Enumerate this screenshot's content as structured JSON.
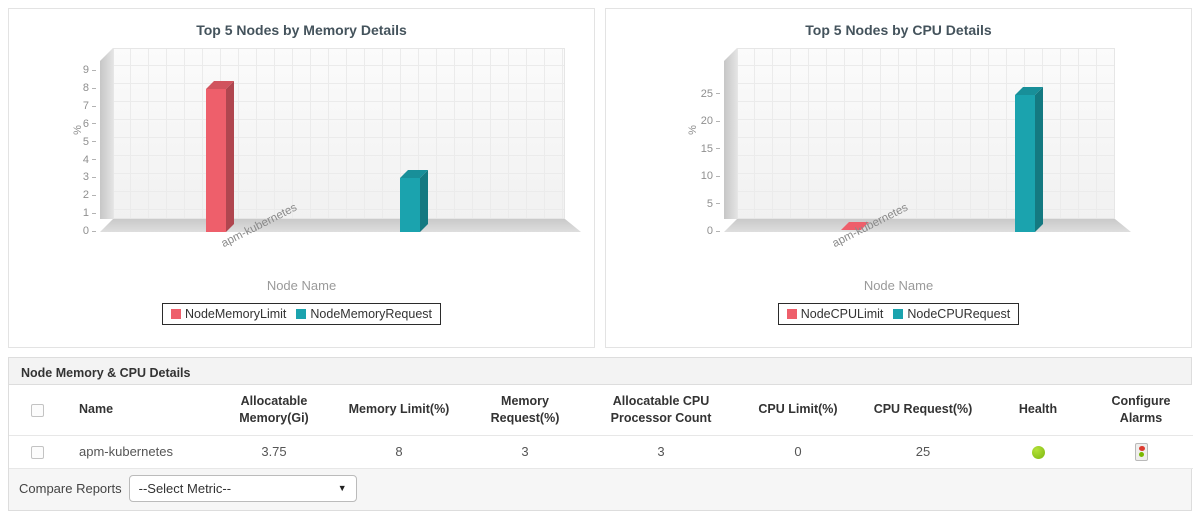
{
  "chart_data": [
    {
      "type": "bar",
      "title": "Top 5 Nodes by Memory Details",
      "categories": [
        "apm-kubernetes"
      ],
      "series": [
        {
          "name": "NodeMemoryLimit",
          "values": [
            8
          ],
          "color": "#ee5f6b"
        },
        {
          "name": "NodeMemoryRequest",
          "values": [
            3
          ],
          "color": "#1ba3ae"
        }
      ],
      "xlabel": "Node Name",
      "ylabel": "%",
      "ylim": [
        0,
        10.3
      ],
      "yticks": [
        0,
        1,
        2,
        3,
        4,
        5,
        6,
        7,
        8,
        9
      ],
      "grid": true,
      "legend_position": "bottom",
      "bar_x_fractions": [
        0.205,
        0.635
      ]
    },
    {
      "type": "bar",
      "title": "Top 5 Nodes by CPU Details",
      "categories": [
        "apm-kubernetes"
      ],
      "series": [
        {
          "name": "NodeCPULimit",
          "values": [
            0
          ],
          "color": "#ee5f6b"
        },
        {
          "name": "NodeCPURequest",
          "values": [
            25
          ],
          "color": "#1ba3ae"
        }
      ],
      "xlabel": "Node Name",
      "ylabel": "%",
      "ylim": [
        0,
        33.5
      ],
      "yticks": [
        0,
        5,
        10,
        15,
        20,
        25
      ],
      "grid": true,
      "legend_position": "bottom",
      "bar_x_fractions": [
        0.275,
        0.735
      ]
    }
  ],
  "table": {
    "title": "Node Memory & CPU Details",
    "columns": [
      "",
      "Name",
      "Allocatable Memory(Gi)",
      "Memory Limit(%)",
      "Memory Request(%)",
      "Allocatable CPU Processor Count",
      "CPU Limit(%)",
      "CPU Request(%)",
      "Health",
      "Configure Alarms"
    ],
    "rows": [
      {
        "name": "apm-kubernetes",
        "allocatable_memory_gi": "3.75",
        "memory_limit_pct": "8",
        "memory_request_pct": "3",
        "allocatable_cpu_count": "3",
        "cpu_limit_pct": "0",
        "cpu_request_pct": "25",
        "health_color": "#8dc41c"
      }
    ]
  },
  "footer": {
    "compare_label": "Compare Reports",
    "select_value": "--Select Metric--"
  },
  "colors": {
    "limit_red": "#ee5f6b",
    "request_teal": "#1ba3ae",
    "health_green": "#8dc41c"
  }
}
